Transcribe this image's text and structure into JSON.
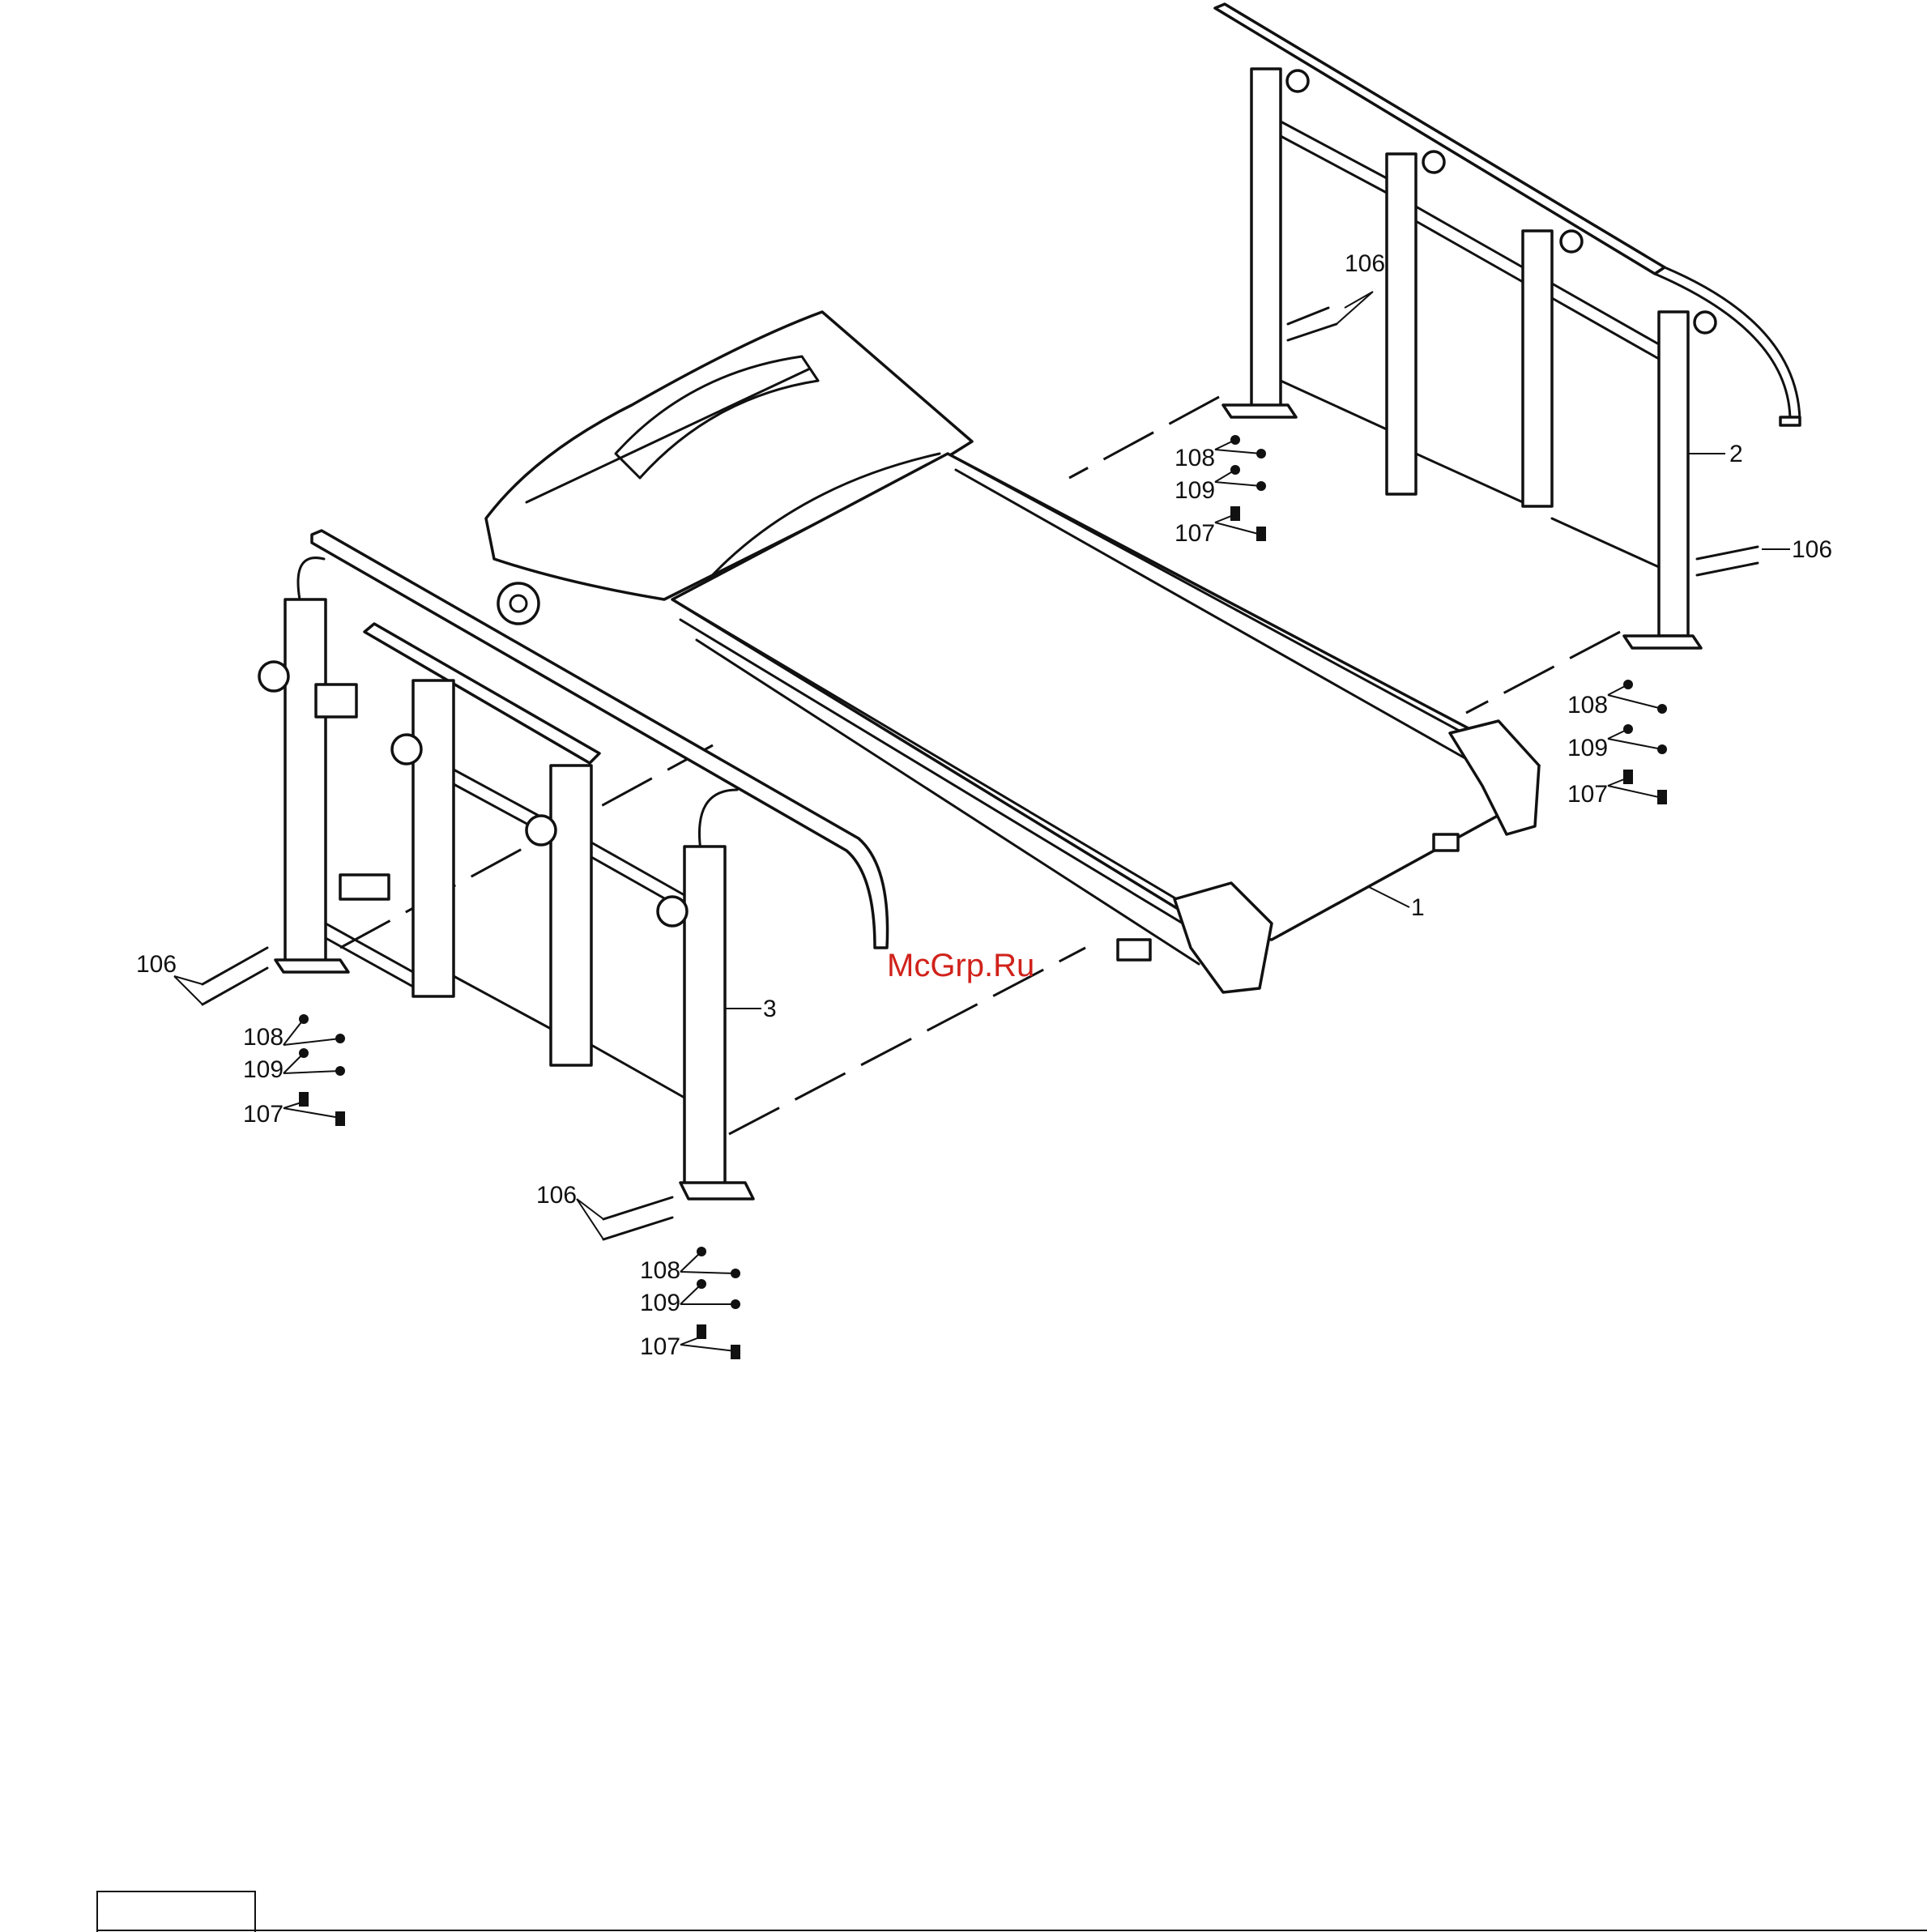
{
  "diagram": {
    "watermark": "McGrp.Ru",
    "part_labels": {
      "deck": "1",
      "right_frame": "2",
      "left_frame": "3"
    },
    "hardware_labels": {
      "bolt": "106",
      "screw": "107",
      "washer_a": "108",
      "washer_b": "109"
    }
  }
}
